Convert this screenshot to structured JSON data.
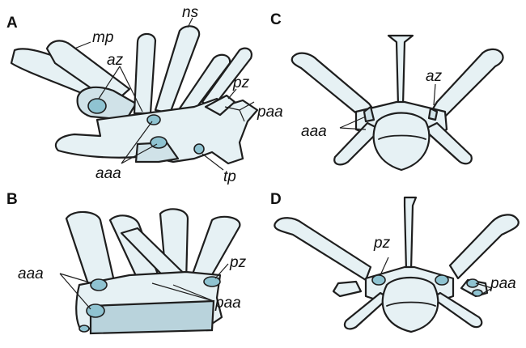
{
  "panels": {
    "A": {
      "letter": "A",
      "labels": {
        "mp": "mp",
        "ns": "ns",
        "az": "az",
        "pz": "pz",
        "paa": "paa",
        "aaa": "aaa",
        "tp": "tp"
      }
    },
    "B": {
      "letter": "B",
      "labels": {
        "aaa": "aaa",
        "pz": "pz",
        "paa": "paa"
      }
    },
    "C": {
      "letter": "C",
      "labels": {
        "az": "az",
        "aaa": "aaa"
      }
    },
    "D": {
      "letter": "D",
      "labels": {
        "pz": "pz",
        "paa": "paa"
      }
    }
  },
  "colors": {
    "bone": "#e6f1f4",
    "facet": "#8fc3d1",
    "outline": "#1e1e1e"
  }
}
